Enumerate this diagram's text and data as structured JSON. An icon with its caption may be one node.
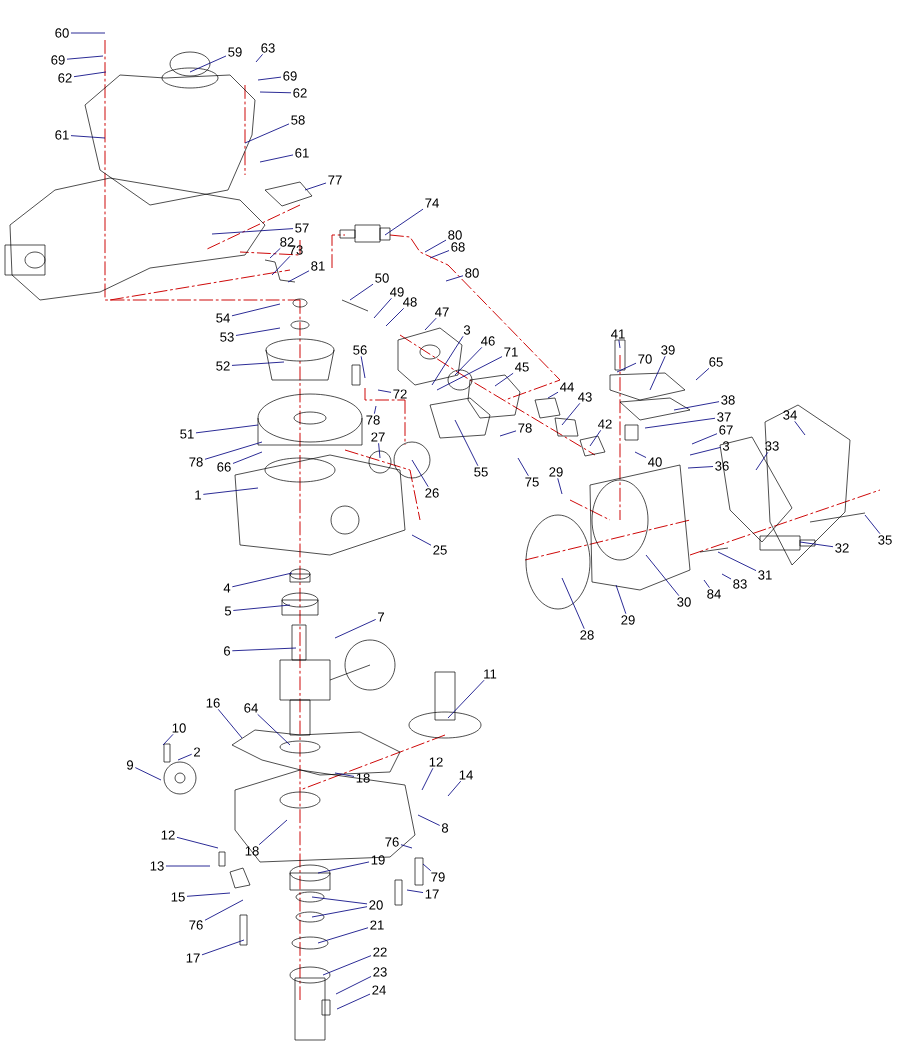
{
  "diagram": {
    "nodes": [
      {
        "text": [
          "60"
        ]
      },
      {
        "text": [
          "69"
        ]
      },
      {
        "text": [
          "62"
        ]
      },
      {
        "text": [
          "59"
        ]
      },
      {
        "text": [
          "63"
        ]
      },
      {
        "text": [
          "69"
        ]
      },
      {
        "text": [
          "62"
        ]
      },
      {
        "text": [
          "58"
        ]
      },
      {
        "text": [
          "61"
        ]
      },
      {
        "text": [
          "61"
        ]
      },
      {
        "text": [
          "77"
        ]
      },
      {
        "text": [
          "74"
        ]
      },
      {
        "text": [
          "57"
        ]
      },
      {
        "text": [
          "82"
        ]
      },
      {
        "text": [
          "73"
        ]
      },
      {
        "text": [
          "81"
        ]
      },
      {
        "text": [
          "80"
        ]
      },
      {
        "text": [
          "68"
        ]
      },
      {
        "text": [
          "80"
        ]
      },
      {
        "text": [
          "50"
        ]
      },
      {
        "text": [
          "49"
        ]
      },
      {
        "text": [
          "48"
        ]
      },
      {
        "text": [
          "47"
        ]
      },
      {
        "text": [
          "3"
        ]
      },
      {
        "text": [
          "46"
        ]
      },
      {
        "text": [
          "71"
        ]
      },
      {
        "text": [
          "45"
        ]
      },
      {
        "text": [
          "56"
        ]
      },
      {
        "text": [
          "72"
        ]
      },
      {
        "text": [
          "78"
        ]
      },
      {
        "text": [
          "27"
        ]
      },
      {
        "text": [
          "26"
        ]
      },
      {
        "text": [
          "55"
        ]
      },
      {
        "text": [
          "78"
        ]
      },
      {
        "text": [
          "75"
        ]
      },
      {
        "text": [
          "44"
        ]
      },
      {
        "text": [
          "43"
        ]
      },
      {
        "text": [
          "42"
        ]
      },
      {
        "text": [
          "41"
        ]
      },
      {
        "text": [
          "70"
        ]
      },
      {
        "text": [
          "39"
        ]
      },
      {
        "text": [
          "65"
        ]
      },
      {
        "text": [
          "38"
        ]
      },
      {
        "text": [
          "37"
        ]
      },
      {
        "text": [
          "67"
        ]
      },
      {
        "text": [
          "3"
        ]
      },
      {
        "text": [
          "40"
        ]
      },
      {
        "text": [
          "36"
        ]
      },
      {
        "text": [
          "33"
        ]
      },
      {
        "text": [
          "34"
        ]
      },
      {
        "text": [
          "29"
        ]
      },
      {
        "text": [
          "29"
        ]
      },
      {
        "text": [
          "28"
        ]
      },
      {
        "text": [
          "30"
        ]
      },
      {
        "text": [
          "31"
        ]
      },
      {
        "text": [
          "84"
        ]
      },
      {
        "text": [
          "83"
        ]
      },
      {
        "text": [
          "32"
        ]
      },
      {
        "text": [
          "35"
        ]
      },
      {
        "text": [
          "25"
        ]
      },
      {
        "text": [
          "1"
        ]
      },
      {
        "text": [
          "51"
        ]
      },
      {
        "text": [
          "52"
        ]
      },
      {
        "text": [
          "54"
        ]
      },
      {
        "text": [
          "53"
        ]
      },
      {
        "text": [
          "78"
        ]
      },
      {
        "text": [
          "66"
        ]
      },
      {
        "text": [
          "4"
        ]
      },
      {
        "text": [
          "5"
        ]
      },
      {
        "text": [
          "6"
        ]
      },
      {
        "text": [
          "7"
        ]
      },
      {
        "text": [
          "11"
        ]
      },
      {
        "text": [
          "16"
        ]
      },
      {
        "text": [
          "64"
        ]
      },
      {
        "text": [
          "10"
        ]
      },
      {
        "text": [
          "2"
        ]
      },
      {
        "text": [
          "9"
        ]
      },
      {
        "text": [
          "18"
        ]
      },
      {
        "text": [
          "12"
        ]
      },
      {
        "text": [
          "14"
        ]
      },
      {
        "text": [
          "8"
        ]
      },
      {
        "text": [
          "12"
        ]
      },
      {
        "text": [
          "13"
        ]
      },
      {
        "text": [
          "18"
        ]
      },
      {
        "text": [
          "76"
        ]
      },
      {
        "text": [
          "19"
        ]
      },
      {
        "text": [
          "79"
        ]
      },
      {
        "text": [
          "17"
        ]
      },
      {
        "text": [
          "15"
        ]
      },
      {
        "text": [
          "20"
        ]
      },
      {
        "text": [
          "76"
        ]
      },
      {
        "text": [
          "21"
        ]
      },
      {
        "text": [
          "17"
        ]
      },
      {
        "text": [
          "22"
        ]
      },
      {
        "text": [
          "23"
        ]
      },
      {
        "text": [
          "24"
        ]
      }
    ],
    "edges": [
      {
        "from": 0,
        "to": null,
        "arrow": "none"
      },
      {
        "from": 1,
        "to": null,
        "arrow": "none"
      },
      {
        "from": 2,
        "to": null,
        "arrow": "none"
      },
      {
        "from": 3,
        "to": null,
        "arrow": "none"
      },
      {
        "from": 4,
        "to": null,
        "arrow": "none"
      },
      {
        "from": 5,
        "to": null,
        "arrow": "none"
      },
      {
        "from": 6,
        "to": null,
        "arrow": "none"
      },
      {
        "from": 7,
        "to": null,
        "arrow": "none"
      },
      {
        "from": 8,
        "to": null,
        "arrow": "none"
      },
      {
        "from": 9,
        "to": null,
        "arrow": "none"
      },
      {
        "from": 10,
        "to": null,
        "arrow": "none"
      },
      {
        "from": 11,
        "to": null,
        "arrow": "none"
      },
      {
        "from": 12,
        "to": null,
        "arrow": "none"
      },
      {
        "from": 13,
        "to": null,
        "arrow": "none"
      },
      {
        "from": 14,
        "to": null,
        "arrow": "none"
      },
      {
        "from": 15,
        "to": null,
        "arrow": "none"
      },
      {
        "from": 16,
        "to": null,
        "arrow": "none"
      },
      {
        "from": 17,
        "to": null,
        "arrow": "none"
      },
      {
        "from": 18,
        "to": null,
        "arrow": "none"
      },
      {
        "from": 19,
        "to": null,
        "arrow": "none"
      },
      {
        "from": 20,
        "to": null,
        "arrow": "none"
      },
      {
        "from": 21,
        "to": null,
        "arrow": "none"
      },
      {
        "from": 22,
        "to": null,
        "arrow": "none"
      },
      {
        "from": 23,
        "to": null,
        "arrow": "none"
      },
      {
        "from": 24,
        "to": null,
        "arrow": "none"
      },
      {
        "from": 25,
        "to": null,
        "arrow": "none"
      },
      {
        "from": 26,
        "to": null,
        "arrow": "none"
      },
      {
        "from": 27,
        "to": null,
        "arrow": "none"
      },
      {
        "from": 28,
        "to": null,
        "arrow": "none"
      },
      {
        "from": 29,
        "to": null,
        "arrow": "none"
      },
      {
        "from": 30,
        "to": null,
        "arrow": "none"
      },
      {
        "from": 31,
        "to": null,
        "arrow": "none"
      },
      {
        "from": 32,
        "to": null,
        "arrow": "none"
      },
      {
        "from": 33,
        "to": null,
        "arrow": "none"
      },
      {
        "from": 34,
        "to": null,
        "arrow": "none"
      },
      {
        "from": 35,
        "to": null,
        "arrow": "none"
      },
      {
        "from": 36,
        "to": null,
        "arrow": "none"
      },
      {
        "from": 37,
        "to": null,
        "arrow": "none"
      },
      {
        "from": 38,
        "to": null,
        "arrow": "none"
      },
      {
        "from": 39,
        "to": null,
        "arrow": "none"
      },
      {
        "from": 40,
        "to": null,
        "arrow": "none"
      },
      {
        "from": 41,
        "to": null,
        "arrow": "none"
      },
      {
        "from": 42,
        "to": null,
        "arrow": "none"
      },
      {
        "from": 43,
        "to": null,
        "arrow": "none"
      },
      {
        "from": 44,
        "to": null,
        "arrow": "none"
      },
      {
        "from": 45,
        "to": null,
        "arrow": "none"
      },
      {
        "from": 46,
        "to": null,
        "arrow": "none"
      },
      {
        "from": 47,
        "to": null,
        "arrow": "none"
      },
      {
        "from": 48,
        "to": null,
        "arrow": "none"
      },
      {
        "from": 49,
        "to": null,
        "arrow": "none"
      },
      {
        "from": 50,
        "to": null,
        "arrow": "none"
      },
      {
        "from": 51,
        "to": null,
        "arrow": "none"
      },
      {
        "from": 52,
        "to": null,
        "arrow": "none"
      },
      {
        "from": 53,
        "to": null,
        "arrow": "none"
      },
      {
        "from": 54,
        "to": null,
        "arrow": "none"
      },
      {
        "from": 55,
        "to": null,
        "arrow": "none"
      },
      {
        "from": 56,
        "to": null,
        "arrow": "none"
      },
      {
        "from": 57,
        "to": null,
        "arrow": "none"
      },
      {
        "from": 58,
        "to": null,
        "arrow": "none"
      },
      {
        "from": 59,
        "to": null,
        "arrow": "none"
      },
      {
        "from": 60,
        "to": null,
        "arrow": "none"
      },
      {
        "from": 61,
        "to": null,
        "arrow": "none"
      },
      {
        "from": 62,
        "to": null,
        "arrow": "none"
      },
      {
        "from": 63,
        "to": null,
        "arrow": "none"
      },
      {
        "from": 64,
        "to": null,
        "arrow": "none"
      },
      {
        "from": 65,
        "to": null,
        "arrow": "none"
      },
      {
        "from": 66,
        "to": null,
        "arrow": "none"
      },
      {
        "from": 67,
        "to": null,
        "arrow": "none"
      },
      {
        "from": 68,
        "to": null,
        "arrow": "none"
      },
      {
        "from": 69,
        "to": null,
        "arrow": "none"
      },
      {
        "from": 70,
        "to": null,
        "arrow": "none"
      },
      {
        "from": 71,
        "to": null,
        "arrow": "none"
      },
      {
        "from": 72,
        "to": null,
        "arrow": "none"
      },
      {
        "from": 73,
        "to": null,
        "arrow": "none"
      },
      {
        "from": 74,
        "to": null,
        "arrow": "none"
      },
      {
        "from": 75,
        "to": null,
        "arrow": "none"
      },
      {
        "from": 76,
        "to": null,
        "arrow": "none"
      },
      {
        "from": 77,
        "to": null,
        "arrow": "none"
      },
      {
        "from": 78,
        "to": null,
        "arrow": "none"
      },
      {
        "from": 79,
        "to": null,
        "arrow": "none"
      },
      {
        "from": 80,
        "to": null,
        "arrow": "none"
      },
      {
        "from": 81,
        "to": null,
        "arrow": "none"
      },
      {
        "from": 82,
        "to": null,
        "arrow": "none"
      },
      {
        "from": 83,
        "to": null,
        "arrow": "none"
      },
      {
        "from": 84,
        "to": null,
        "arrow": "none"
      },
      {
        "from": 85,
        "to": null,
        "arrow": "none"
      },
      {
        "from": 86,
        "to": null,
        "arrow": "none"
      },
      {
        "from": 87,
        "to": null,
        "arrow": "none"
      },
      {
        "from": 88,
        "to": null,
        "arrow": "none"
      },
      {
        "from": 89,
        "to": null,
        "arrow": "none"
      },
      {
        "from": 89,
        "to": null,
        "arrow": "none"
      },
      {
        "from": 90,
        "to": null,
        "arrow": "none"
      },
      {
        "from": 91,
        "to": null,
        "arrow": "none"
      },
      {
        "from": 92,
        "to": null,
        "arrow": "none"
      },
      {
        "from": 93,
        "to": null,
        "arrow": "none"
      },
      {
        "from": 94,
        "to": null,
        "arrow": "none"
      },
      {
        "from": 95,
        "to": null,
        "arrow": "none"
      }
    ]
  }
}
